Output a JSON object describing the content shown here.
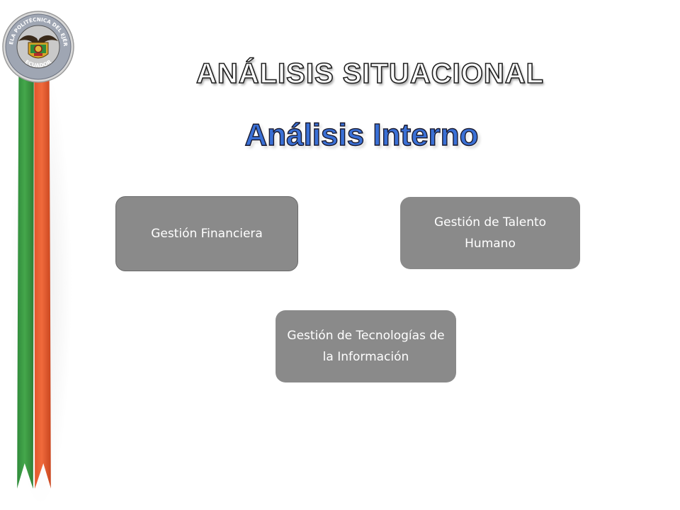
{
  "slide": {
    "title": "ANÁLISIS SITUACIONAL",
    "subtitle": "Análisis Interno"
  },
  "logo": {
    "text_top": "ESCUELA POLITÉCNICA DEL EJÉRCITO",
    "text_bottom": "ECUADOR"
  },
  "boxes": {
    "financiera": "Gestión Financiera",
    "talento": "Gestión de Talento Humano",
    "tecnologias": "Gestión de Tecnologías de la Información"
  },
  "colors": {
    "box_fill": "#8a8a8a",
    "subtitle_blue": "#3a70d6",
    "ribbon_green": "#45a84c",
    "ribbon_orange": "#f06a3c"
  }
}
